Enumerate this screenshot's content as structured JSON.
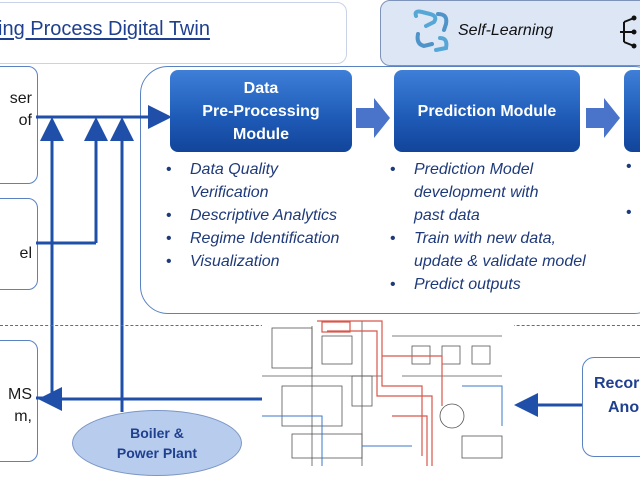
{
  "header": {
    "title": "ing Process Digital Twin"
  },
  "self_learning": {
    "label": "Self-Learning"
  },
  "left_column": {
    "box1_lines": [
      "",
      "ser",
      "of"
    ],
    "box2_lines": [
      "el"
    ],
    "box3_lines": [
      "MS",
      "m,"
    ]
  },
  "modules": [
    {
      "title_lines": [
        "Data",
        "Pre-Processing",
        "Module"
      ],
      "bullets": [
        "Data Quality",
        "Verification",
        "Descriptive Analytics",
        "Regime Identification",
        "Visualization"
      ],
      "bullet_marks": [
        true,
        false,
        true,
        true,
        true
      ]
    },
    {
      "title_lines": [
        "Prediction Module"
      ],
      "bullets": [
        "Prediction Model",
        "development with",
        "past data",
        "Train with new data,",
        "update & validate model",
        "Predict outputs"
      ],
      "bullet_marks": [
        true,
        false,
        false,
        true,
        false,
        true
      ]
    }
  ],
  "plant": {
    "label_line1": "Boiler &",
    "label_line2": "Power Plant"
  },
  "record": {
    "line1": "Recor",
    "line2": "Ano"
  },
  "colors": {
    "accent": "#1f5db9",
    "arrow": "#1f4fa8",
    "light": "#b8cdee"
  }
}
